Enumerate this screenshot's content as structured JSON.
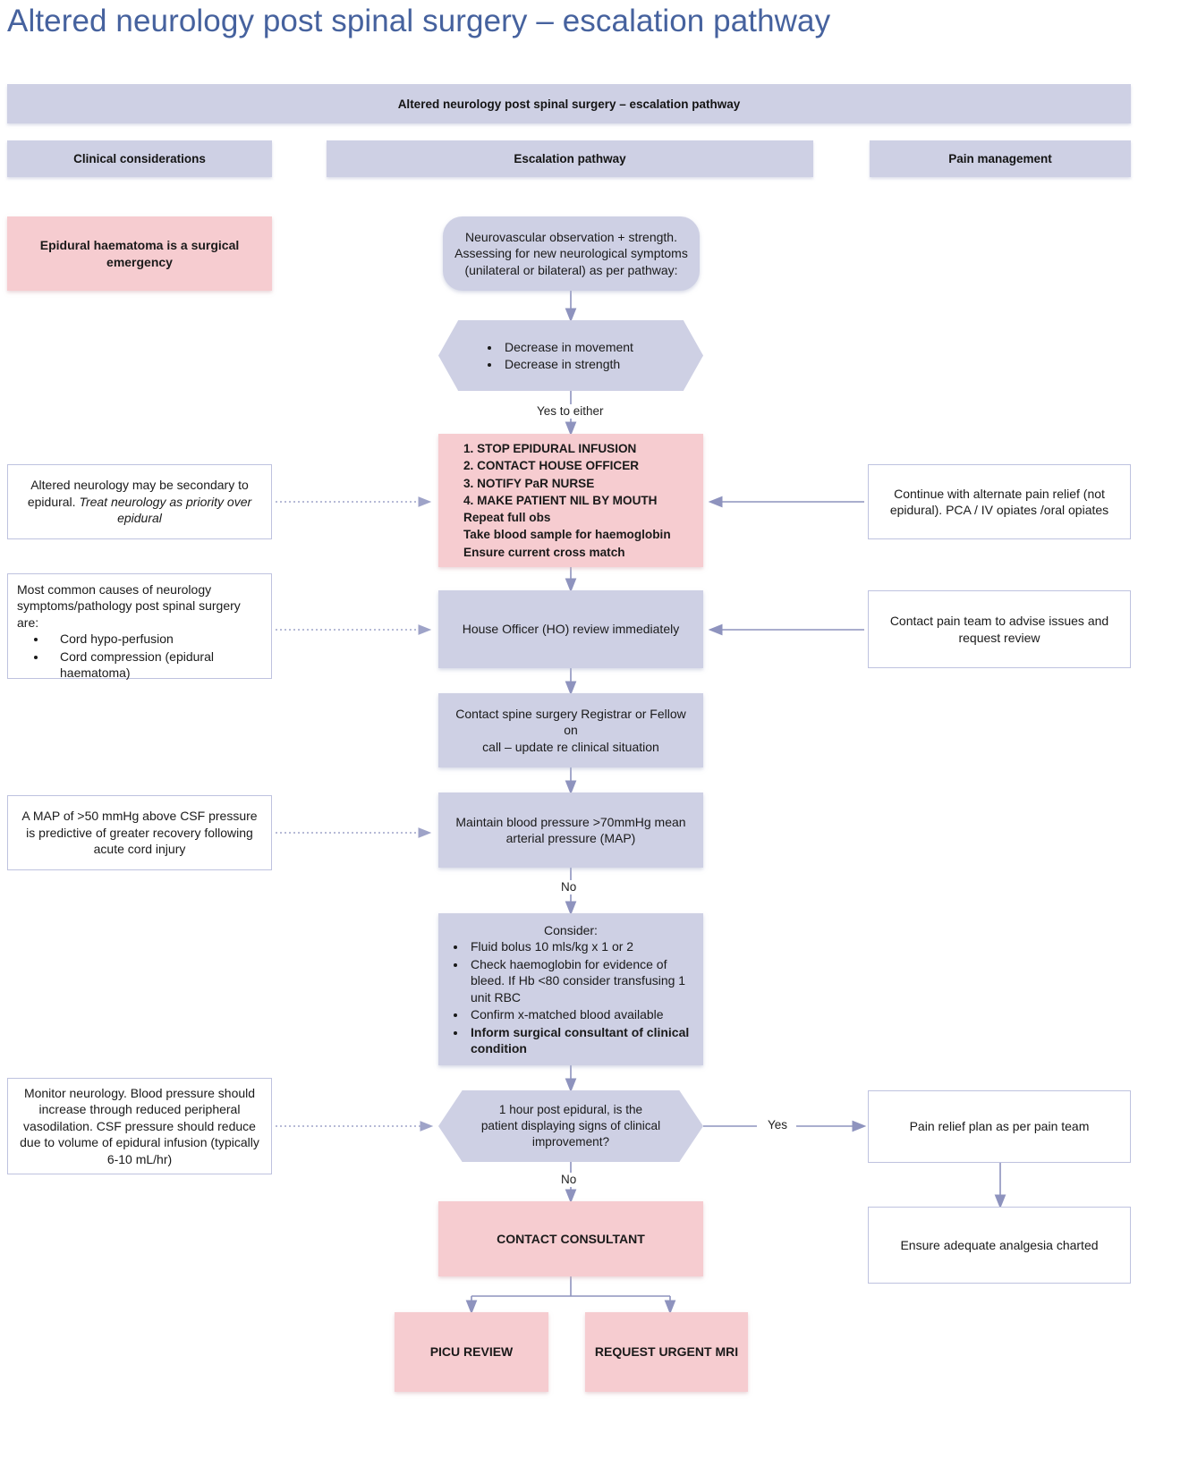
{
  "page": {
    "title": "Altered neurology post spinal surgery – escalation pathway",
    "banner_main": "Altered neurology post spinal surgery – escalation pathway"
  },
  "colors": {
    "title_blue": "#46629E",
    "lavender_fill": "#CED0E4",
    "pink_fill": "#F6CCD0",
    "white_fill": "#FFFFFF",
    "border_lavender": "#BEC2DF",
    "connector": "#8E93BE"
  },
  "columns": {
    "left": "Clinical considerations",
    "middle": "Escalation pathway",
    "right": "Pain management"
  },
  "clinical_considerations": [
    {
      "id": "cc-emergency",
      "text": "Epidural haematoma is a surgical emergency",
      "style": "pink-bold"
    },
    {
      "id": "cc-altered-neurology",
      "text_plain": "Altered neurology may be secondary to epidural. ",
      "text_italic": "Treat neurology as priority over epidural",
      "style": "white"
    },
    {
      "id": "cc-common-causes",
      "heading": "Most common causes of neurology symptoms/pathology post spinal surgery are:",
      "bullets": [
        "Cord hypo-perfusion",
        "Cord compression (epidural haematoma)"
      ],
      "style": "white"
    },
    {
      "id": "cc-map",
      "text": "A MAP of >50 mmHg above CSF pressure is predictive of greater recovery following acute cord injury",
      "style": "white"
    },
    {
      "id": "cc-monitor",
      "text": "Monitor neurology. Blood pressure should increase through reduced peripheral vasodilation. CSF pressure should reduce due to volume of epidural infusion (typically 6-10 mL/hr)",
      "style": "white"
    }
  ],
  "escalation_pathway": [
    {
      "id": "ep-observation",
      "shape": "rounded",
      "lines": [
        "Neurovascular observation + strength.",
        "Assessing for new neurological symptoms",
        "(unilateral or bilateral) as per pathway:"
      ]
    },
    {
      "id": "ep-decision-symptoms",
      "shape": "hexagon",
      "bullets": [
        "Decrease in movement",
        "Decrease in strength"
      ]
    },
    {
      "id": "ep-immediate-actions",
      "shape": "rect-pink",
      "numbered": [
        "1. STOP EPIDURAL INFUSION",
        "2. CONTACT HOUSE OFFICER",
        "3. NOTIFY PaR NURSE",
        "4. MAKE PATIENT NIL BY MOUTH"
      ],
      "extra": [
        "Repeat full obs",
        "Take blood sample for haemoglobin",
        "Ensure current cross match"
      ]
    },
    {
      "id": "ep-ho-review",
      "shape": "rect-lav",
      "text": "House Officer (HO) review immediately"
    },
    {
      "id": "ep-contact-registrar",
      "shape": "rect-lav",
      "lines": [
        "Contact spine surgery Registrar or Fellow on",
        "call – update re clinical situation"
      ]
    },
    {
      "id": "ep-maintain-bp",
      "shape": "rect-lav",
      "lines": [
        "Maintain blood pressure >70mmHg mean",
        "arterial pressure (MAP)"
      ]
    },
    {
      "id": "ep-consider",
      "shape": "rect-lav",
      "heading": "Consider:",
      "bullets": [
        "Fluid bolus 10 mls/kg x 1 or 2",
        "Check haemoglobin for evidence of bleed. If Hb <80 consider transfusing 1 unit RBC",
        "Confirm x-matched blood available"
      ],
      "bullet_bold": "Inform surgical consultant of clinical condition"
    },
    {
      "id": "ep-decision-improvement",
      "shape": "hexagon",
      "lines": [
        "1 hour post epidural, is the",
        "patient displaying signs of clinical",
        "improvement?"
      ]
    },
    {
      "id": "ep-contact-consultant",
      "shape": "rect-pink",
      "text": "CONTACT CONSULTANT"
    },
    {
      "id": "ep-picu-review",
      "shape": "rect-pink",
      "text": "PICU REVIEW"
    },
    {
      "id": "ep-urgent-mri",
      "shape": "rect-pink",
      "text": "REQUEST URGENT MRI"
    }
  ],
  "pain_management": [
    {
      "id": "pm-alternate-relief",
      "lines": [
        "Continue with alternate pain relief (not",
        "epidural). PCA / IV opiates /oral opiates"
      ]
    },
    {
      "id": "pm-contact-pain-team",
      "lines": [
        "Contact pain team to advise issues and",
        "request review"
      ]
    },
    {
      "id": "pm-pain-relief-plan",
      "text": "Pain relief plan as per pain team"
    },
    {
      "id": "pm-analgesia",
      "text": "Ensure adequate analgesia charted"
    }
  ],
  "edge_labels": {
    "yes_to_either": "Yes to either",
    "no_bp": "No",
    "yes_improvement": "Yes",
    "no_improvement": "No"
  }
}
